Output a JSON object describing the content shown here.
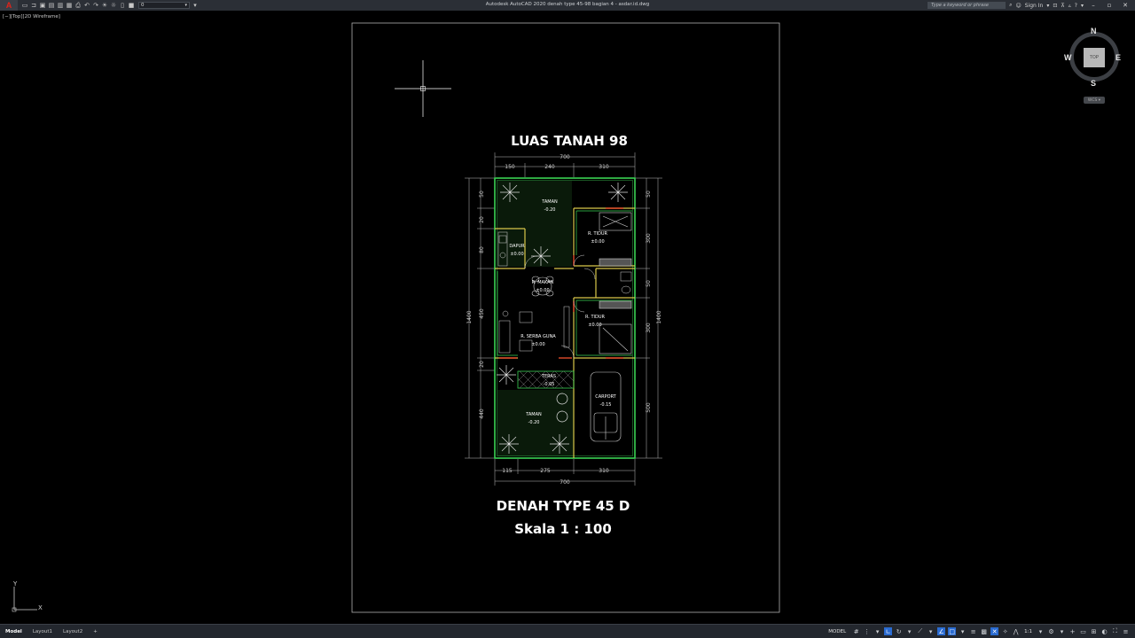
{
  "app": {
    "button_letter": "A",
    "window_title": "Autodesk AutoCAD 2020    denah type 45-98 bagian 4 - asdar.id.dwg",
    "layer_current": "0"
  },
  "title_right": {
    "search_placeholder": "Type a keyword or phrase",
    "sign_in": "Sign In",
    "help_label": "?"
  },
  "viewport": {
    "label": "[−][Top][2D Wireframe]"
  },
  "drawing": {
    "top_title": "LUAS TANAH 98",
    "bottom_title": "DENAH TYPE 45 D",
    "scale": "Skala 1 : 100",
    "rooms": [
      {
        "name": "TAMAN",
        "level": "-0.20"
      },
      {
        "name": "R. TIDUR",
        "level": "±0.00"
      },
      {
        "name": "DAPUR",
        "level": "±0.00"
      },
      {
        "name": "R. MAKAN",
        "level": "±0.00"
      },
      {
        "name": "R. SERBA GUNA",
        "level": "±0.00"
      },
      {
        "name": "R. TIDUR",
        "level": "±0.00"
      },
      {
        "name": "TERAS",
        "level": "-0.05"
      },
      {
        "name": "CARPORT",
        "level": "-0.15"
      },
      {
        "name": "TAMAN",
        "level": "-0.20"
      }
    ],
    "dims_top": {
      "total": "700",
      "segments": [
        "150",
        "240",
        "310"
      ]
    },
    "dims_bottom": {
      "total": "700",
      "segments": [
        "115",
        "275",
        "310"
      ]
    },
    "dims_left": {
      "total": "1400",
      "segments": [
        "50",
        "20",
        "80",
        "450",
        "20",
        "440"
      ]
    },
    "dims_right": {
      "total": "1400",
      "segments": [
        "50",
        "300",
        "50",
        "300",
        "500"
      ]
    }
  },
  "viewcube": {
    "north": "N",
    "south": "S",
    "east": "E",
    "west": "W",
    "face": "TOP",
    "wcs": "WCS ▾"
  },
  "ucs": {
    "x": "X",
    "y": "Y"
  },
  "statusbar": {
    "tabs": [
      "Model",
      "Layout1",
      "Layout2"
    ],
    "add_tab": "+",
    "model_label": "MODEL",
    "scale_label": "1:1"
  },
  "colors": {
    "titlebar": "#2b2f36",
    "canvas": "#000000",
    "wall_green": "#39d353",
    "wall_yellow": "#d9c84a",
    "door_red": "#e04a2a",
    "statusbar": "#23272e",
    "accent_blue": "#2a6bd1"
  }
}
